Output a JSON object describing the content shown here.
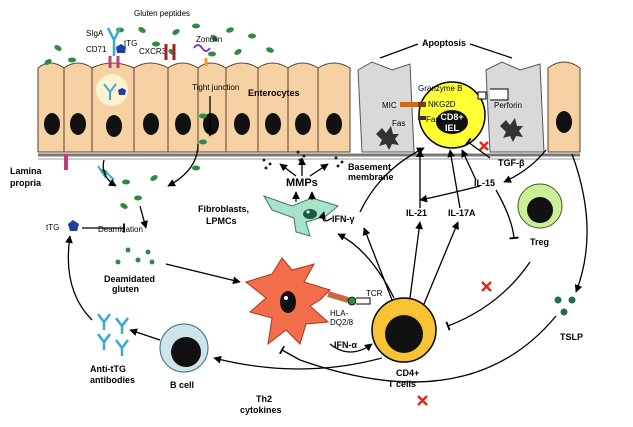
{
  "labels": {
    "gluten_peptides": "Gluten peptides",
    "siga": "SIgA",
    "cd71": "CD71",
    "ttg_top": "tTG",
    "cxcr3": "CXCR3",
    "zonulin": "Zonulin",
    "tight_junction": "Tight junction",
    "enterocytes": "Enterocytes",
    "apoptosis": "Apoptosis",
    "granzyme_b": "Granzyme B",
    "perforin": "Perforin",
    "mic": "MIC",
    "nkg2d": "NKG2D",
    "fas": "Fas",
    "fasl": "FasL",
    "cd8_iel_line1": "CD8+",
    "cd8_iel_line2": "IEL",
    "lamina_propria_line1": "Lamina",
    "lamina_propria_line2": "propria",
    "basement_membrane_line1": "Basement",
    "basement_membrane_line2": "membrane",
    "mmps": "MMPs",
    "tgf_beta": "TGF-β",
    "il15": "IL-15",
    "ifn_gamma": "IFN-γ",
    "il21": "IL-21",
    "il17a": "IL-17A",
    "fibroblasts_line1": "Fibroblasts,",
    "fibroblasts_line2": "LPMCs",
    "ttg_left": "tTG",
    "deamidation": "Deamidation",
    "deamidated_line1": "Deamidated",
    "deamidated_line2": "gluten",
    "treg": "Treg",
    "tcr": "TCR",
    "hla_line1": "HLA-",
    "hla_line2": "DQ2/8",
    "ifn_alpha": "IFN-α",
    "cd4_line1": "CD4+",
    "cd4_line2": "T cells",
    "anti_ttg_line1": "Anti-tTG",
    "anti_ttg_line2": "antibodies",
    "b_cell": "B cell",
    "th2_line1": "Th2",
    "th2_line2": "cytokines",
    "tslp": "TSLP"
  },
  "colors": {
    "enterocyte_fill": "#f6d1a4",
    "cell_outline": "#5a4028",
    "nucleus": "#111111",
    "apoptotic_cell": "#d9d9d9",
    "cd8_fill": "#ffff33",
    "cd4_fill": "#f7c233",
    "treg_fill": "#ccee99",
    "bcell_fill": "#cce4ea",
    "dendritic_fill": "#f26d4a",
    "fibroblast_fill": "#a6e3c9",
    "gluten_green": "#2f8a46",
    "ttg_blue": "#1e3fa6",
    "antibody_blue": "#39a9d6",
    "inhibit_x": "#e8261b"
  }
}
